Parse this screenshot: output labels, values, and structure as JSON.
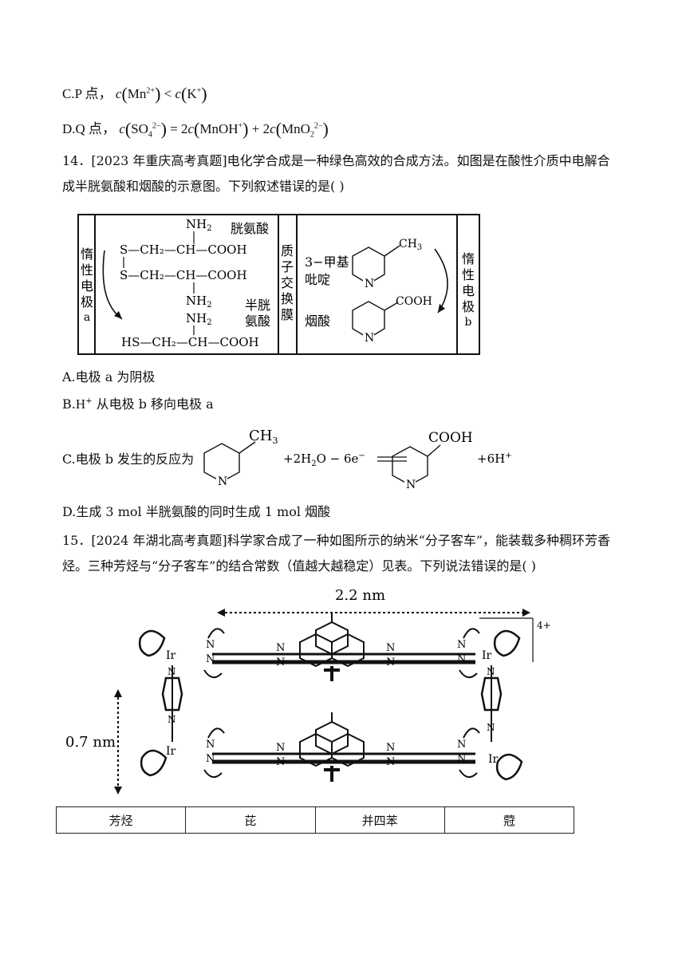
{
  "options_13": {
    "c": {
      "prefix": "C.P 点，",
      "f": "c",
      "ion1": "Mn",
      "ion1_charge": "2+",
      "op": "<",
      "ion2": "K",
      "ion2_charge": "+"
    },
    "d": {
      "prefix": "D.Q 点，",
      "f": "c",
      "ion1": "SO",
      "ion1_sub": "4",
      "ion1_charge": "2−",
      "eq": "=",
      "coef": "2",
      "ion2": "MnOH",
      "ion2_charge": "+",
      "plus": "+",
      "ion3": "MnO",
      "ion3_sub": "2",
      "ion3_charge": "2−"
    }
  },
  "q14": {
    "text": "14．[2023 年重庆高考真题]电化学合成是一种绿色高效的合成方法。如图是在酸性介质中电解合成半胱氨酸和烟酸的示意图。下列叙述错误的是(    )",
    "figure": {
      "left_electrode": [
        "惰",
        "性",
        "电",
        "极",
        "a"
      ],
      "right_electrode": [
        "惰",
        "性",
        "电",
        "极",
        "b"
      ],
      "membrane": [
        "质",
        "子",
        "交",
        "换",
        "膜"
      ],
      "cystine_label": "胱氨酸",
      "cysteine_label": [
        "半胱",
        "氨酸"
      ],
      "methylpyridine_label": [
        "3−甲基",
        "吡啶"
      ],
      "nicotinic_label": "烟酸",
      "nh2": "NH",
      "nh2_sub": "2",
      "ch3": "CH",
      "ch3_sub": "3",
      "cooh": "COOH",
      "n_atom": "N",
      "s_atom": "S",
      "chain_a": "S—CH₂—CH—COOH",
      "chain_b": "S—CH₂—CH—COOH",
      "chain_c": "HS—CH₂—CH—COOH"
    },
    "options": {
      "a": "A.电极 a 为阴极",
      "b_pre": "B.",
      "b_ion": "H",
      "b_charge": "+",
      "b_post": " 从电极 b 移向电极 a",
      "c_pre": "C.电极 b 发生的反应为",
      "c_mid": "+2H",
      "c_mid_sub": "2",
      "c_mid2": "O − 6e",
      "c_mid_sup": "−",
      "c_eq": "══",
      "c_post": "+6H",
      "c_post_sup": "+",
      "c_ch3": "CH",
      "c_ch3_sub": "3",
      "c_cooh": "COOH",
      "c_n": "N",
      "d": "D.生成 3 mol 半胱氨酸的同时生成 1 mol 烟酸"
    }
  },
  "q15": {
    "text": "15．[2024 年湖北高考真题]科学家合成了一种如图所示的纳米“分子客车”，能装载多种稠环芳香烃。三种芳烃与“分子客车”的结合常数（值越大越稳定）见表。下列说法错误的是(    )",
    "figure": {
      "width_label": "2.2 nm",
      "height_label": "0.7 nm",
      "charge": "4+",
      "ir": "Ir",
      "n": "N"
    },
    "table": [
      "芳烃",
      "芘",
      "并四苯",
      "蒄"
    ]
  }
}
